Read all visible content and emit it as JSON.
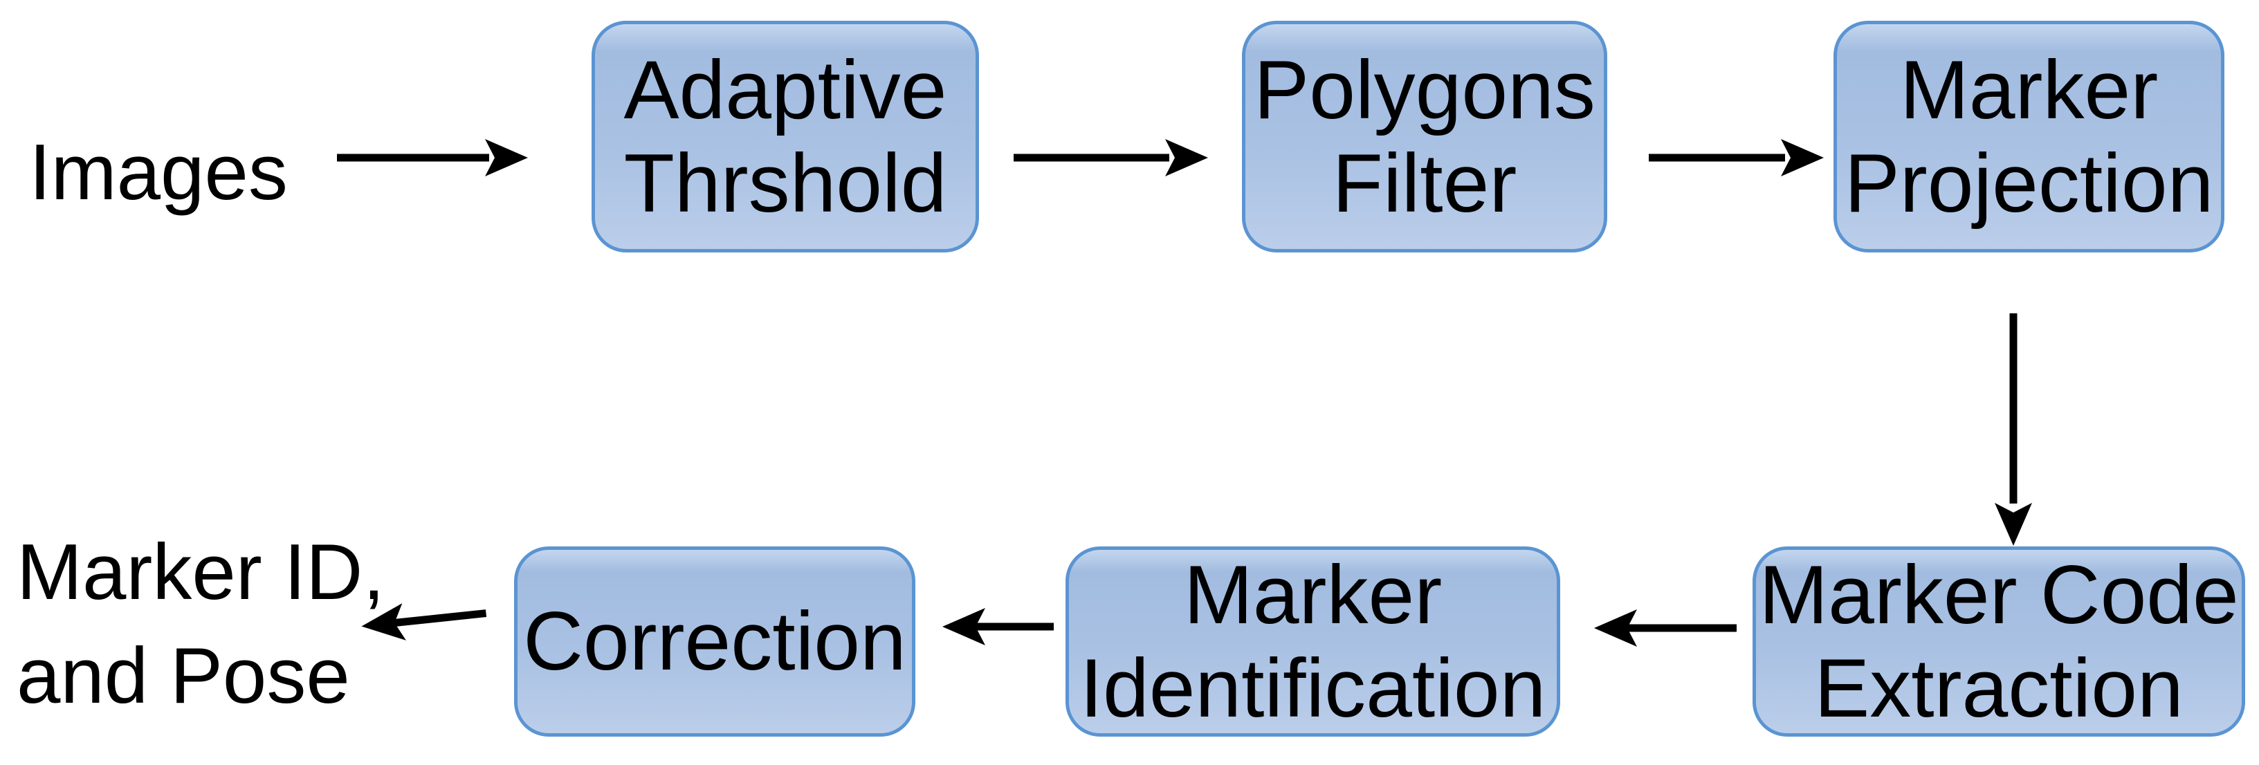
{
  "flow": {
    "labels": {
      "input": "Images",
      "output": "Marker ID,\nand Pose"
    },
    "nodes": [
      {
        "id": "adaptive-threshold",
        "label": "Adaptive\nThrshold"
      },
      {
        "id": "polygons-filter",
        "label": "Polygons\nFilter"
      },
      {
        "id": "marker-projection",
        "label": "Marker\nProjection"
      },
      {
        "id": "marker-code-extraction",
        "label": "Marker Code\nExtraction"
      },
      {
        "id": "marker-identification",
        "label": "Marker\nIdentification"
      },
      {
        "id": "correction",
        "label": "Correction"
      }
    ],
    "edges": [
      {
        "from": "images",
        "to": "adaptive-threshold",
        "direction": "right"
      },
      {
        "from": "adaptive-threshold",
        "to": "polygons-filter",
        "direction": "right"
      },
      {
        "from": "polygons-filter",
        "to": "marker-projection",
        "direction": "right"
      },
      {
        "from": "marker-projection",
        "to": "marker-code-extraction",
        "direction": "down"
      },
      {
        "from": "marker-code-extraction",
        "to": "marker-identification",
        "direction": "left"
      },
      {
        "from": "marker-identification",
        "to": "correction",
        "direction": "left"
      },
      {
        "from": "correction",
        "to": "marker-id-and-pose",
        "direction": "left"
      }
    ],
    "colors": {
      "node_fill_top": "#a2bce0",
      "node_fill_bottom": "#bbceea",
      "node_border": "#5b94d2",
      "arrow": "#000000",
      "text": "#000000",
      "background": "#ffffff"
    }
  }
}
